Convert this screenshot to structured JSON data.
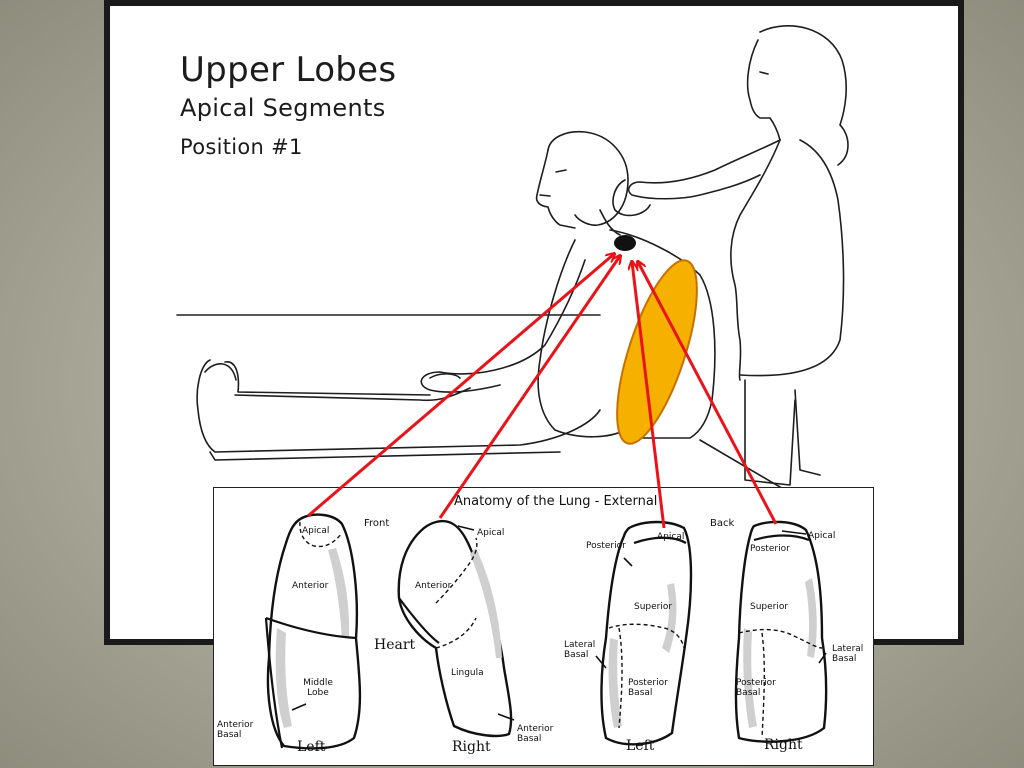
{
  "slide": {
    "title": "Upper Lobes",
    "subtitle": "Apical Segments",
    "position": "Position #1"
  },
  "panel": {
    "title": "Anatomy of the Lung - External",
    "front_label": "Front",
    "back_label": "Back",
    "heart_label": "Heart",
    "front_left": {
      "apical": "Apical",
      "anterior": "Anterior",
      "middle_lobe": [
        "Middle",
        "Lobe"
      ],
      "anterior_basal": [
        "Anterior",
        "Basal"
      ],
      "side": "Left"
    },
    "front_right": {
      "apical": "Apical",
      "anterior": "Anterior",
      "lingula": "Lingula",
      "anterior_basal": [
        "Anterior",
        "Basal"
      ],
      "side": "Right"
    },
    "back_left": {
      "posterior": "Posterior",
      "apical": "Apical",
      "superior": "Superior",
      "lateral_basal": [
        "Lateral",
        "Basal"
      ],
      "posterior_basal": [
        "Posterior",
        "Basal"
      ],
      "side": "Left"
    },
    "back_right": {
      "posterior": "Posterior",
      "apical": "Apical",
      "superior": "Superior",
      "lateral_basal": [
        "Lateral",
        "Basal"
      ],
      "posterior_basal": [
        "Posterior",
        "Basal"
      ],
      "side": "Right"
    }
  },
  "colors": {
    "arrow": "#e8141a",
    "highlight_fill": "#f6b100",
    "highlight_stroke": "#c96f00",
    "lung_shade": "#c8c8c8",
    "slide_border": "#1a1a1a"
  }
}
